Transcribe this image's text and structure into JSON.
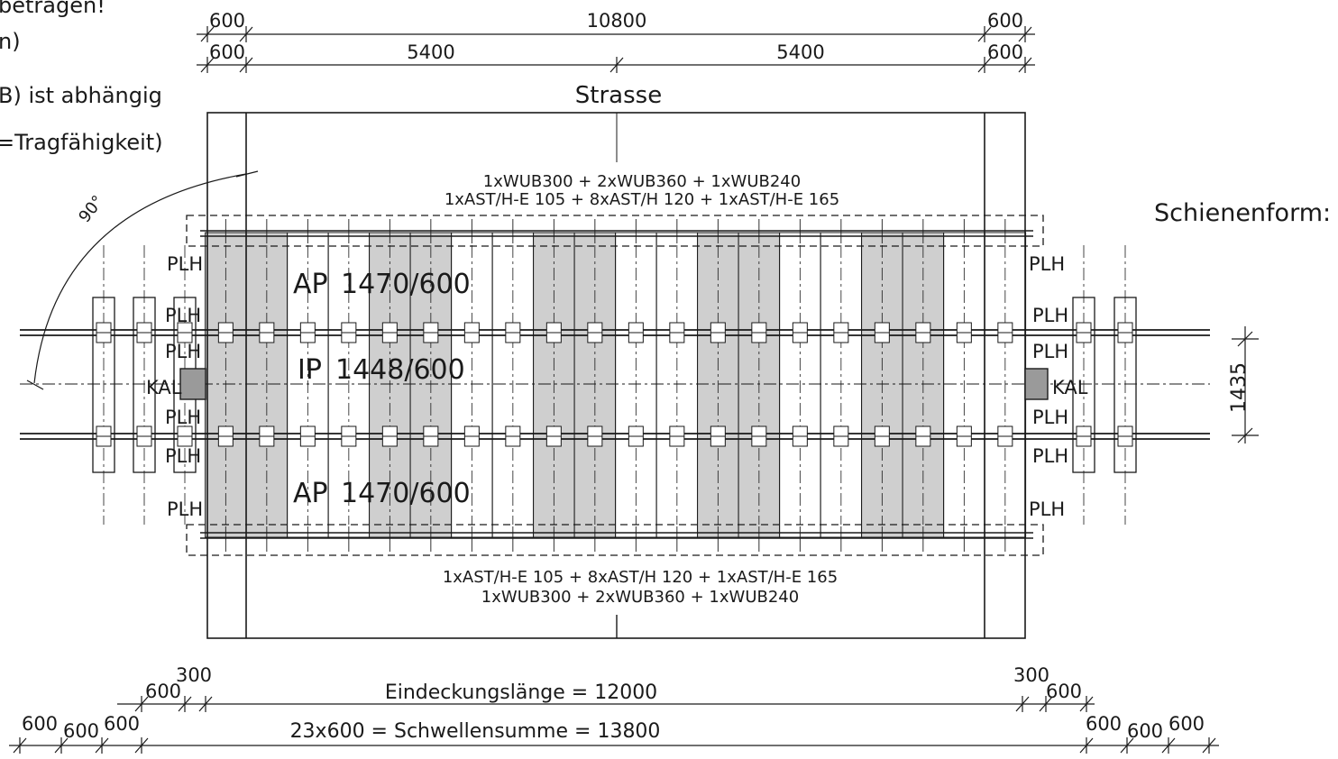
{
  "colors": {
    "line": "#1a1a1a",
    "panel_fill": "#cfcfcf",
    "kal_fill": "#9a9a9a",
    "background": "#ffffff"
  },
  "left_notes": {
    "line1": "betragen!",
    "line2": "n)",
    "line3": "B) ist abhängig",
    "line4": "=Tragfähigkeit)"
  },
  "top_dims": {
    "row1_left": "600",
    "row1_center": "10800",
    "row1_right": "600",
    "row2_left": "600",
    "row2_mid_left": "5400",
    "row2_mid_right": "5400",
    "row2_right": "600"
  },
  "road_label": "Strasse",
  "beam_top": {
    "line1": "1xWUB300 + 2xWUB360 + 1xWUB240",
    "line2": "1xAST/H-E 105 + 8xAST/H 120 + 1xAST/H-E 165"
  },
  "beam_bottom": {
    "line1": "1xAST/H-E 105 + 8xAST/H 120 + 1xAST/H-E 165",
    "line2": "1xWUB300 + 2xWUB360 + 1xWUB240"
  },
  "angle_label": "90°",
  "panels": {
    "ap_top_type": "AP",
    "ap_top_dim": "1470/600",
    "ip_type": "IP",
    "ip_dim": "1448/600",
    "ap_bottom_type": "AP",
    "ap_bottom_dim": "1470/600"
  },
  "part_labels": {
    "plh": "PLH",
    "kal": "KAL"
  },
  "gauge_dim": "1435",
  "schienenform": "Schienenform:",
  "bottom_dims": {
    "row1_left_600": "600",
    "row1_left_300": "300",
    "eindeckung": "Eindeckungslänge = 12000",
    "row1_right_300": "300",
    "row1_right_600": "600",
    "row2_left": [
      "600",
      "600",
      "600"
    ],
    "schwellensumme": "23x600 = Schwellensumme = 13800",
    "row2_right": [
      "600",
      "600",
      "600"
    ]
  }
}
